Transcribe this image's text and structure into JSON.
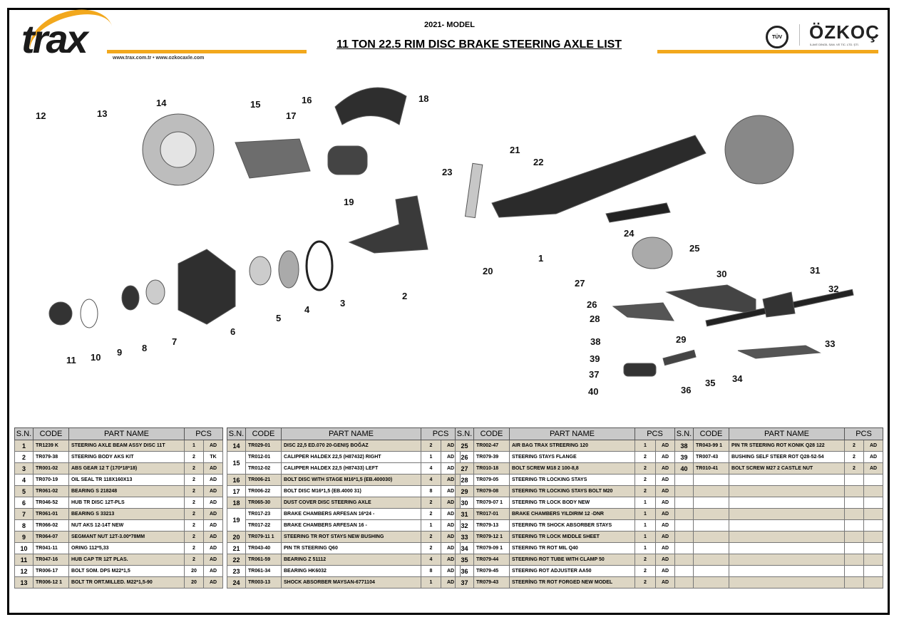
{
  "header": {
    "brand_left": "trax",
    "websites": "www.trax.com.tr • www.ozkocaxle.com",
    "model": "2021- MODEL",
    "title": "11 TON 22.5 RIM DISC BRAKE STEERING AXLE LIST",
    "brand_right": "ÖZKOÇ",
    "brand_right_sub": "İLAVE DİNGİL SAN. VE TİC. LTD. ŞTİ.",
    "cert": "TÜV",
    "accent": "#f2a81d"
  },
  "diagram": {
    "callouts": [
      "1",
      "2",
      "3",
      "4",
      "5",
      "6",
      "7",
      "8",
      "9",
      "10",
      "11",
      "12",
      "13",
      "14",
      "15",
      "16",
      "17",
      "18",
      "19",
      "20",
      "21",
      "22",
      "23",
      "24",
      "25",
      "26",
      "27",
      "28",
      "29",
      "30",
      "31",
      "32",
      "33",
      "34",
      "35",
      "36",
      "37",
      "38",
      "39",
      "40"
    ]
  },
  "table_headers": {
    "sn": "S.N.",
    "code": "CODE",
    "name": "PART NAME",
    "pcs": "PCS"
  },
  "tables": [
    [
      {
        "sn": "1",
        "items": [
          {
            "code": "TR1239 K",
            "name": "STEERING AXLE BEAM ASSY DISC 11T",
            "qty": "1",
            "unit": "AD"
          }
        ]
      },
      {
        "sn": "2",
        "items": [
          {
            "code": "TR079-38",
            "name": "STEERING BODY AKS KIT",
            "qty": "2",
            "unit": "TK"
          }
        ]
      },
      {
        "sn": "3",
        "items": [
          {
            "code": "TR001-02",
            "name": "ABS GEAR 12 T (170*18*18)",
            "qty": "2",
            "unit": "AD"
          }
        ]
      },
      {
        "sn": "4",
        "items": [
          {
            "code": "TR070-19",
            "name": "OIL SEAL  TR 118X160X13",
            "qty": "2",
            "unit": "AD"
          }
        ]
      },
      {
        "sn": "5",
        "items": [
          {
            "code": "TR061-02",
            "name": "BEARING  S 218248",
            "qty": "2",
            "unit": "AD"
          }
        ]
      },
      {
        "sn": "6",
        "items": [
          {
            "code": "TR046-52",
            "name": "HUB TR DISC 12T-PLS",
            "qty": "2",
            "unit": "AD"
          }
        ]
      },
      {
        "sn": "7",
        "items": [
          {
            "code": "TR061-01",
            "name": "BEARING S 33213",
            "qty": "2",
            "unit": "AD"
          }
        ]
      },
      {
        "sn": "8",
        "items": [
          {
            "code": "TR066-02",
            "name": "NUT AKS 12-14T NEW",
            "qty": "2",
            "unit": "AD"
          }
        ]
      },
      {
        "sn": "9",
        "items": [
          {
            "code": "TR064-07",
            "name": "SEGMANT NUT 12T-3.00*78MM",
            "qty": "2",
            "unit": "AD"
          }
        ]
      },
      {
        "sn": "10",
        "items": [
          {
            "code": "TR041-11",
            "name": "ORING 112*5,33",
            "qty": "2",
            "unit": "AD"
          }
        ]
      },
      {
        "sn": "11",
        "items": [
          {
            "code": "TR047-16",
            "name": "HUB CAP TR 12T PLAS.",
            "qty": "2",
            "unit": "AD"
          }
        ]
      },
      {
        "sn": "12",
        "items": [
          {
            "code": "TR006-17",
            "name": "BOLT SOM. DPS M22*1,5",
            "qty": "20",
            "unit": "AD"
          }
        ]
      },
      {
        "sn": "13",
        "items": [
          {
            "code": "TR006-12 1",
            "name": "BOLT TR ORT.MILLED. M22*1,5-90",
            "qty": "20",
            "unit": "AD"
          }
        ]
      }
    ],
    [
      {
        "sn": "14",
        "items": [
          {
            "code": "TR029-01",
            "name": "DISC 22,5 ED.070 20-GENIŞ BOĞAZ",
            "qty": "2",
            "unit": "AD"
          }
        ]
      },
      {
        "sn": "15",
        "items": [
          {
            "code": "TR012-01",
            "name": "CALIPPER HALDEX 22,5 (H87432) RIGHT",
            "qty": "1",
            "unit": "AD"
          },
          {
            "code": "TR012-02",
            "name": "CALIPPER HALDEX 22,5 (H87433) LEFT",
            "qty": "4",
            "unit": "AD"
          }
        ]
      },
      {
        "sn": "16",
        "items": [
          {
            "code": "TR006-21",
            "name": "BOLT DISC WITH STAGE M16*1,5 (EB.400030)",
            "qty": "4",
            "unit": "AD"
          }
        ]
      },
      {
        "sn": "17",
        "items": [
          {
            "code": "TR006-22",
            "name": "BOLT DISC  M16*1,5 (EB.4000 31)",
            "qty": "8",
            "unit": "AD"
          }
        ]
      },
      {
        "sn": "18",
        "items": [
          {
            "code": "TR065-30",
            "name": "DUST COVER DISC STEERING AXLE",
            "qty": "2",
            "unit": "AD"
          }
        ]
      },
      {
        "sn": "19",
        "items": [
          {
            "code": "TR017-23",
            "name": "BRAKE CHAMBERS ARFESAN 16*24 -",
            "qty": "2",
            "unit": "AD"
          },
          {
            "code": "TR017-22",
            "name": "BRAKE CHAMBERS ARFESAN 16 -",
            "qty": "1",
            "unit": "AD"
          }
        ]
      },
      {
        "sn": "20",
        "items": [
          {
            "code": "TR079-11 1",
            "name": "STEERING  TR ROT STAYS NEW BUSHING",
            "qty": "2",
            "unit": "AD"
          }
        ]
      },
      {
        "sn": "21",
        "items": [
          {
            "code": "TR043-40",
            "name": "PIN TR STEERING Q60",
            "qty": "2",
            "unit": "AD"
          }
        ]
      },
      {
        "sn": "22",
        "items": [
          {
            "code": "TR061-59",
            "name": "BEARING  Z 51112",
            "qty": "4",
            "unit": "AD"
          }
        ]
      },
      {
        "sn": "23",
        "items": [
          {
            "code": "TR061-34",
            "name": "BEARING HK6032",
            "qty": "8",
            "unit": "AD"
          }
        ]
      },
      {
        "sn": "24",
        "items": [
          {
            "code": "TR003-13",
            "name": "SHOCK ABSORBER MAYSAN-6771104",
            "qty": "1",
            "unit": "AD"
          }
        ]
      }
    ],
    [
      {
        "sn": "25",
        "items": [
          {
            "code": "TR002-47",
            "name": "AIR BAG  TRAX STREERING 120",
            "qty": "1",
            "unit": "AD"
          }
        ]
      },
      {
        "sn": "26",
        "items": [
          {
            "code": "TR079-39",
            "name": "STEERING  STAYS FLANGE",
            "qty": "2",
            "unit": "AD"
          }
        ]
      },
      {
        "sn": "27",
        "items": [
          {
            "code": "TR010-18",
            "name": "BOLT SCREW M18 2 100-8,8",
            "qty": "2",
            "unit": "AD"
          }
        ]
      },
      {
        "sn": "28",
        "items": [
          {
            "code": "TR079-05",
            "name": "STEERING  TR LOCKING STAYS",
            "qty": "2",
            "unit": "AD"
          }
        ]
      },
      {
        "sn": "29",
        "items": [
          {
            "code": "TR079-08",
            "name": "STEERING  TR LOCKING STAYS BOLT M20",
            "qty": "2",
            "unit": "AD"
          }
        ]
      },
      {
        "sn": "30",
        "items": [
          {
            "code": "TR079-07 1",
            "name": "STEERING  TR LOCK BODY NEW",
            "qty": "1",
            "unit": "AD"
          }
        ]
      },
      {
        "sn": "31",
        "items": [
          {
            "code": "TR017-01",
            "name": "BRAKE CHAMBERS YILDIRIM 12 -DNR",
            "qty": "1",
            "unit": "AD"
          }
        ]
      },
      {
        "sn": "32",
        "items": [
          {
            "code": "TR079-13",
            "name": "STEERING  TR SHOCK ABSORBER STAYS",
            "qty": "1",
            "unit": "AD"
          }
        ]
      },
      {
        "sn": "33",
        "items": [
          {
            "code": "TR079-12 1",
            "name": "STEERING  TR LOCK MIDDLE SHEET",
            "qty": "1",
            "unit": "AD"
          }
        ]
      },
      {
        "sn": "34",
        "items": [
          {
            "code": "TR079-09 1",
            "name": "STEERING  TR ROT MIL Q40",
            "qty": "1",
            "unit": "AD"
          }
        ]
      },
      {
        "sn": "35",
        "items": [
          {
            "code": "TR079-44",
            "name": "STEERING  ROT  TUBE WITH CLAMP 50",
            "qty": "2",
            "unit": "AD"
          }
        ]
      },
      {
        "sn": "36",
        "items": [
          {
            "code": "TR079-45",
            "name": "STEERING  ROT ADJUSTER AA50",
            "qty": "2",
            "unit": "AD"
          }
        ]
      },
      {
        "sn": "37",
        "items": [
          {
            "code": "TR079-43",
            "name": "STEERİNG TR ROT FORGED NEW MODEL",
            "qty": "2",
            "unit": "AD"
          }
        ]
      }
    ],
    [
      {
        "sn": "38",
        "items": [
          {
            "code": "TR043-99 1",
            "name": "PIN  TR STEERING ROT KONIK Q28 122",
            "qty": "2",
            "unit": "AD"
          }
        ]
      },
      {
        "sn": "39",
        "items": [
          {
            "code": "TR007-43",
            "name": "BUSHING SELF STEER ROT Q28-52-54",
            "qty": "2",
            "unit": "AD"
          }
        ]
      },
      {
        "sn": "40",
        "items": [
          {
            "code": "TR010-41",
            "name": "BOLT SCREW M27 2 CASTLE NUT",
            "qty": "2",
            "unit": "AD"
          }
        ]
      }
    ]
  ]
}
